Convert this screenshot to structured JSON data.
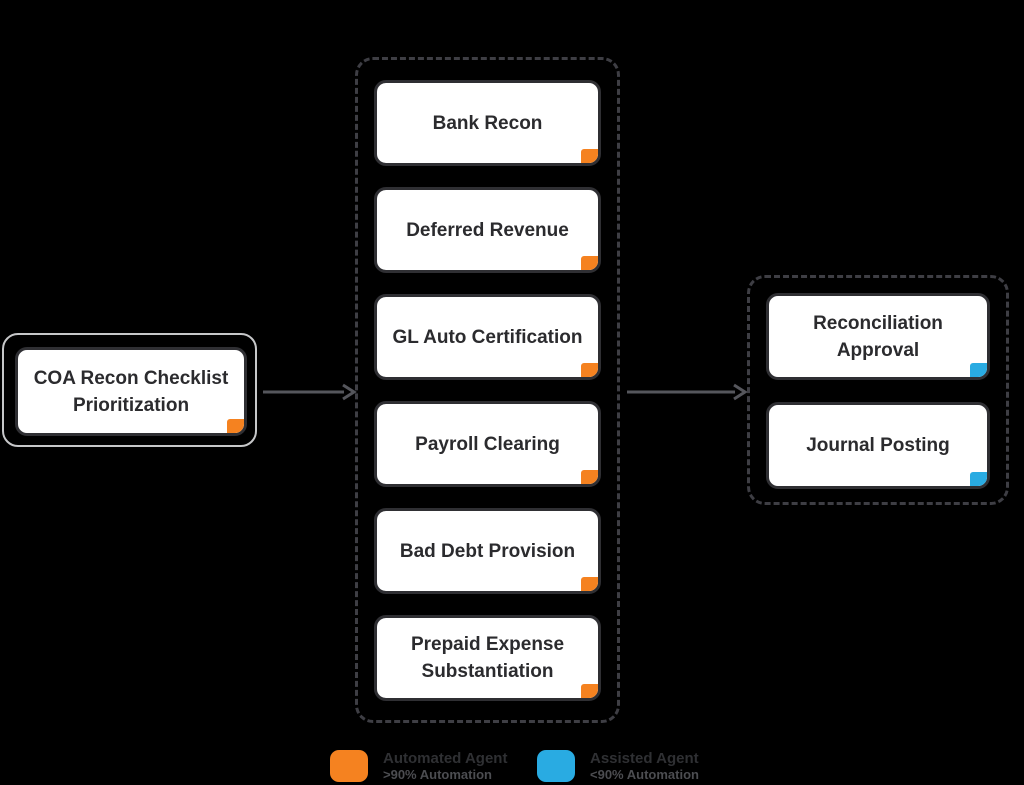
{
  "diagram": {
    "background": "#000000",
    "colors": {
      "automated": "#F58220",
      "assisted": "#29ABE2",
      "node_border": "#2F2F33",
      "node_text": "#2B2B2E",
      "group_dash": "#3E3E44",
      "arrow": "#55565C",
      "start_outline": "#C6C7C9",
      "legend_label": "#2F3033",
      "legend_sublabel": "#4C4D51"
    },
    "start_node": {
      "label": "COA Recon Checklist Prioritization",
      "agent": "automated"
    },
    "middle_group": {
      "nodes": [
        {
          "label": "Bank Recon",
          "agent": "automated"
        },
        {
          "label": "Deferred Revenue",
          "agent": "automated"
        },
        {
          "label": "GL Auto Certification",
          "agent": "automated"
        },
        {
          "label": "Payroll Clearing",
          "agent": "automated"
        },
        {
          "label": "Bad Debt Provision",
          "agent": "automated"
        },
        {
          "label": "Prepaid Expense Substantiation",
          "agent": "automated"
        }
      ]
    },
    "right_group": {
      "nodes": [
        {
          "label": "Reconciliation Approval",
          "agent": "assisted"
        },
        {
          "label": "Journal Posting",
          "agent": "assisted"
        }
      ]
    },
    "legend": {
      "items": [
        {
          "label": "Automated Agent",
          "sublabel": ">90% Automation",
          "agent": "automated"
        },
        {
          "label": "Assisted Agent",
          "sublabel": "<90% Automation",
          "agent": "assisted"
        }
      ]
    }
  }
}
